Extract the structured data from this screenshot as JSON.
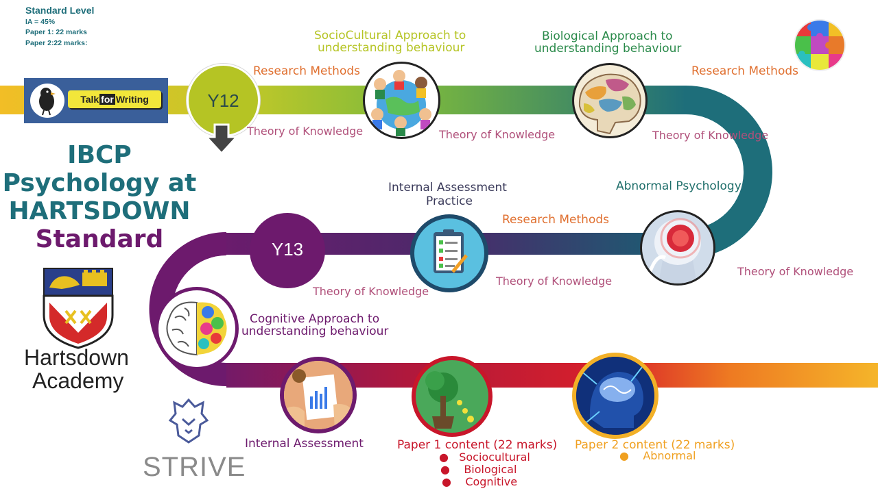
{
  "standard_level": {
    "heading": "Standard Level",
    "ia": "IA = 45%",
    "paper1": "Paper 1: 22 marks",
    "paper2": "Paper 2:22 marks:"
  },
  "logos": {
    "talk_for_writing": "Talk for Writing",
    "talk_part1": "Talk",
    "talk_part2": "for",
    "talk_part3": "Writing",
    "school_line1": "Hartsdown",
    "school_line2": "Academy",
    "strive": "STRIVE"
  },
  "title": {
    "line1": "IBCP",
    "line2": "Psychology at",
    "line3": "HARTSDOWN",
    "line4": "Standard"
  },
  "milestones": {
    "y12": "Y12",
    "y13": "Y13"
  },
  "timeline": {
    "sociocultural_1": "SocioCultural Approach to",
    "sociocultural_2": "understanding behaviour",
    "biological_1": "Biological Approach to",
    "biological_2": "understanding behaviour",
    "research_methods_1": "Research Methods",
    "research_methods_2": "Research Methods",
    "research_methods_3": "Research Methods",
    "tok_1": "Theory of Knowledge",
    "tok_2": "Theory of Knowledge",
    "tok_3": "Theory of Knowledge",
    "tok_4": "Theory of Knowledge",
    "tok_5": "Theory of Knowledge",
    "tok_6": "Theory of Knowledge",
    "abnormal": "Abnormal Psychology",
    "ia_practice_1": "Internal Assessment",
    "ia_practice_2": "Practice",
    "cognitive_1": "Cognitive Approach to",
    "cognitive_2": "understanding behaviour",
    "internal_assessment": "Internal Assessment",
    "paper1_title": "Paper 1 content (22 marks)",
    "paper1_items": [
      "Sociocultural",
      "Biological",
      "Cognitive"
    ],
    "paper2_title": "Paper 2 content (22 marks)",
    "paper2_items": [
      "Abnormal"
    ]
  },
  "colors": {
    "teal": "#1e6e7a",
    "purple": "#6d1a6d",
    "orange": "#e07030",
    "tok_pink": "#b0507a",
    "lime": "#b5c424",
    "green_text": "#2a8a4a",
    "red_path": "#d0202a",
    "amber": "#f0a020"
  }
}
